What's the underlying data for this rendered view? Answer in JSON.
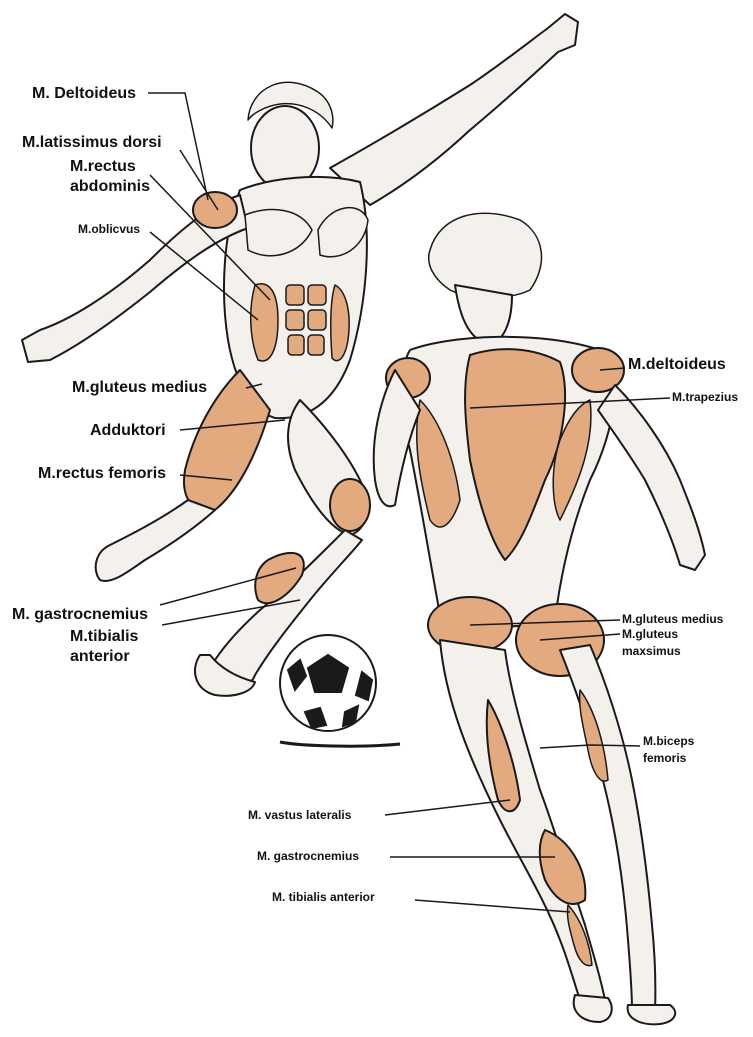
{
  "colors": {
    "muscle": "#e3a97f",
    "muscle_dark": "#c9845a",
    "skin": "#f4f1ec",
    "outline": "#1a1a1a",
    "leader": "#1a1a1a"
  },
  "front_figure_labels": {
    "deltoideus": "M. Deltoideus",
    "latissimus": "M.latissimus dorsi",
    "rectus_abdominis_1": "M.rectus",
    "rectus_abdominis_2": "abdominis",
    "oblicvus": "M.oblicvus",
    "gluteus_medius": "M.gluteus medius",
    "adduktori": "Adduktori",
    "rectus_femoris": "M.rectus femoris",
    "gastrocnemius": "M. gastrocnemius",
    "tibialis_1": "M.tibialis",
    "tibialis_2": "anterior"
  },
  "back_figure_labels": {
    "deltoideus": "M.deltoideus",
    "trapezius": "M.trapezius",
    "gluteus_medius": "M.gluteus medius",
    "gluteus_maxsimus_1": "M.gluteus",
    "gluteus_maxsimus_2": "maxsimus",
    "biceps_femoris_1": "M.biceps",
    "biceps_femoris_2": "femoris",
    "vastus_lateralis": "M. vastus lateralis",
    "gastrocnemius": "M. gastrocnemius",
    "tibialis_anterior": "M. tibialis anterior"
  }
}
